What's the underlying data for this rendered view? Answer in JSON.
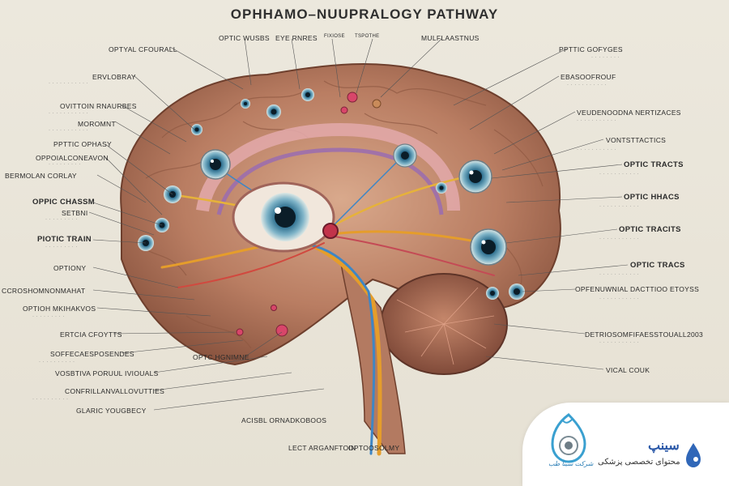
{
  "title": "OPHHAMO–NUUPRALOGY PATHWAY",
  "labels_left": [
    {
      "text": "OPTYAL CFOURALL",
      "sub": ""
    },
    {
      "text": "ERVLOBRAY",
      "sub": "· · · · · · · · · · ·"
    },
    {
      "text": "OVITTOIN RNAURBES",
      "sub": "· · · · · · · · · · ·"
    },
    {
      "text": "MOROMNT",
      "sub": "· · · · · · · · · · ·"
    },
    {
      "text": "PPTTIC OPHASY",
      "sub": ""
    },
    {
      "text": "OPPOIALCONEAVON",
      "sub": "· · · · · · · · ·"
    },
    {
      "text": "BERMOLAN CORLAY",
      "sub": ""
    },
    {
      "text": "OPPIC CHASSM",
      "sub": ""
    },
    {
      "text": "SETBNI",
      "sub": "· · · · · · · · ·"
    },
    {
      "text": "PIOTIC TRAIN",
      "sub": "· · · · · · · · ·"
    },
    {
      "text": "OPTIONY",
      "sub": ""
    },
    {
      "text": "CCROSHOMNONMAHAT",
      "sub": ""
    },
    {
      "text": "OPTIOH MKIHAKVOS",
      "sub": "· · · · · · · · ·"
    },
    {
      "text": "ERTCIA CFOYTTS",
      "sub": ""
    },
    {
      "text": "SOFFECAESPOSENDES",
      "sub": "· · · · · · · · · ·"
    },
    {
      "text": "VOSBTIVA PORUUL IVIOUALS",
      "sub": ""
    },
    {
      "text": "CONFRILLANVALLOVUTTIES",
      "sub": "· · · · · · · · · ·"
    },
    {
      "text": "GLARIC YOUGBECY",
      "sub": ""
    }
  ],
  "labels_right": [
    {
      "text": "PPTTIC GOFYGES",
      "sub": "· · · · · · · ·"
    },
    {
      "text": "EBASOOFROUF",
      "sub": "· · · · · · · · · · ·"
    },
    {
      "text": "VEUDENOODNA NERTIZACES",
      "sub": "· · · · · · · · · · ·"
    },
    {
      "text": "VONTSTTACTICS",
      "sub": "· · · · · · · · · · ·"
    },
    {
      "text": "OPTIC TRACTS",
      "sub": "· · · · · · · · · · ·"
    },
    {
      "text": "OPTIC HHACS",
      "sub": "· · · · · · · · · · ·"
    },
    {
      "text": "OPTIC TRACITS",
      "sub": "· · · · · · · · · · ·"
    },
    {
      "text": "OPTIC TRACS",
      "sub": "· · · · · · · · · · ·"
    },
    {
      "text": "OPFENUWNIAL DACTTIOO ETOYSS",
      "sub": "· · · · · · · · · · ·"
    },
    {
      "text": "DETRIOSOMFIFAESSTOUALL2003",
      "sub": "· · · · · · · · · · ·"
    },
    {
      "text": "VICAL COUK",
      "sub": ""
    }
  ],
  "labels_top": [
    "OPTIC WUSBS",
    "EYE RNRES",
    "FIXIOSE",
    "TSPOTHE",
    "MULFLAASTNUS"
  ],
  "labels_bottom": [
    "ACISBL ORNADKOBOOS",
    "LECT ARGANFTOIN",
    "OPTOOSOLMY"
  ],
  "label_center": "OPTC HGNIMNE",
  "brand": {
    "name": "سینپ",
    "tagline": "محتوای تخصصی پزشکی",
    "logo_text": "شرکت سینا طب"
  },
  "colors": {
    "brand_blue": "#2a58a8",
    "accent": "#3aa0d0",
    "background": "#e9e5da"
  }
}
